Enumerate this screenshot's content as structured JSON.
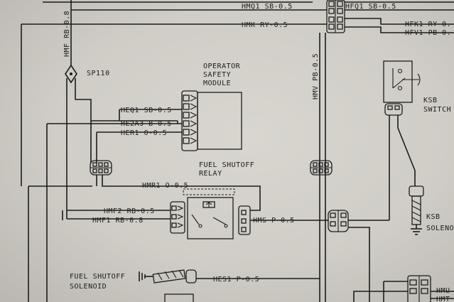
{
  "labels": {
    "hmq1": "HMQ1 SB-0.5",
    "hmf": "HMF RB-0.8",
    "hmk": "HMK RY-0.5",
    "hfq1": "HFQ1 SB-0.5",
    "hfk1": "HFK1 RY-0.",
    "hfv1": "HFV1 PB-0.",
    "sp110": "SP110",
    "osm_line1": "OPERATOR",
    "osm_line2": "SAFETY",
    "osm_line3": "MODULE",
    "heq1": "HEQ1 SB-0.5",
    "he2a3": "HE2A3 B-0.5",
    "her1": "HER1 O-0.5",
    "hmv": "HMV PB-0.5",
    "ksb_switch_line1": "KSB",
    "ksb_switch_line2": "SWITCH",
    "fsr_line1": "FUEL SHUTOFF",
    "fsr_line2": "RELAY",
    "hmr1": "HMR1 O-0.5",
    "hmf2": "HMF2 RB-0.5",
    "hmf1": "HMF1 RB-0.8",
    "hms": "HMS P-0.5",
    "ksb_solenoid_line1": "KSB",
    "ksb_solenoid_line2": "SOLENO",
    "fss_line1": "FUEL SHUTOFF",
    "fss_line2": "SOLENOID",
    "hes1": "HES1 P-0.5",
    "hmu": "HMU",
    "hmt": "HMT"
  }
}
